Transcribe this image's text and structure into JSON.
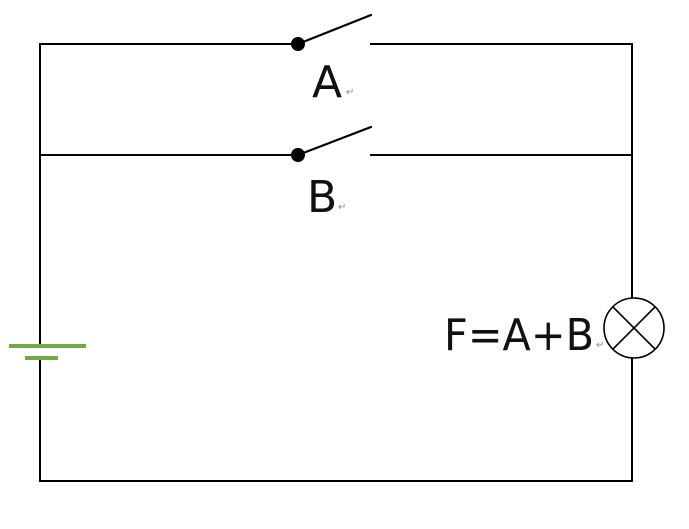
{
  "diagram": {
    "labels": {
      "switch_a": "A",
      "switch_b": "B",
      "expression": "F=A+B"
    },
    "paragraph_mark": "↵",
    "colors": {
      "wire": "#000000",
      "battery": "#70ad47",
      "text": "#111111",
      "paragraph_mark": "#888888"
    },
    "components": {
      "switch_a_icon": "open-switch",
      "switch_b_icon": "open-switch",
      "battery_icon": "battery-cell",
      "lamp_icon": "lamp-circle-cross"
    }
  }
}
